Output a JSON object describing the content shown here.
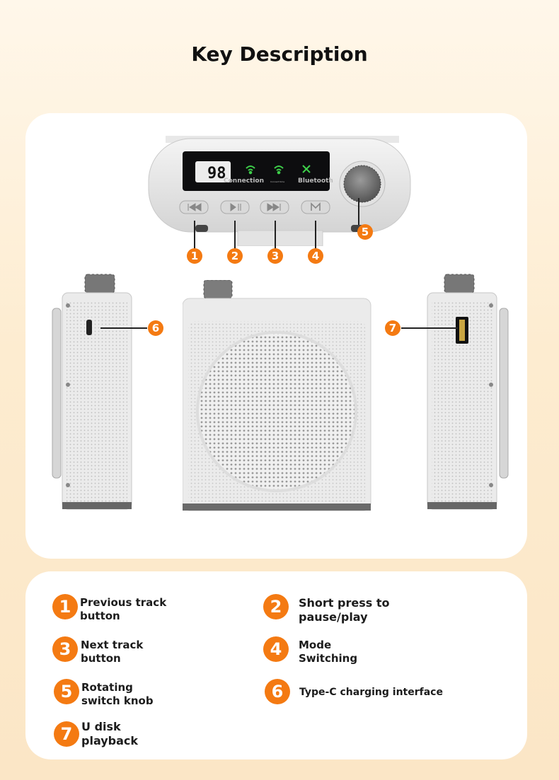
{
  "page": {
    "title": "Key Description"
  },
  "display": {
    "number": "98",
    "labels": [
      "Connection",
      "Bluetooth"
    ],
    "small_text": "Connect time"
  },
  "markers": [
    "1",
    "2",
    "3",
    "4",
    "5",
    "6",
    "7"
  ],
  "keys": [
    {
      "num": "1",
      "text": "Previous track button"
    },
    {
      "num": "2",
      "text": "Short press to pause/play"
    },
    {
      "num": "3",
      "text": "Next track button"
    },
    {
      "num": "4",
      "text": "Mode Switching"
    },
    {
      "num": "5",
      "text": "Rotating switch knob"
    },
    {
      "num": "6",
      "text": "Type-C charging interface"
    },
    {
      "num": "7",
      "text": "U disk playback"
    }
  ],
  "colors": {
    "accent": "#f47a12",
    "background": "#fdecd0",
    "screen": "#0d0d0f",
    "wifi": "#3ecf4a"
  },
  "icons": [
    "previous-track-icon",
    "play-pause-icon",
    "next-track-icon",
    "mode-m-icon",
    "wifi-icon",
    "bluetooth-icon"
  ]
}
